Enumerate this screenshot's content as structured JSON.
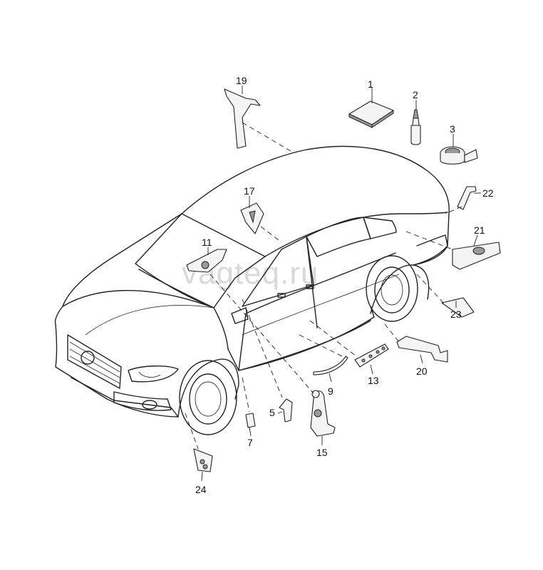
{
  "watermark": "vagteq.ru",
  "callouts": [
    {
      "id": "c1",
      "label": "1"
    },
    {
      "id": "c2",
      "label": "2"
    },
    {
      "id": "c3",
      "label": "3"
    },
    {
      "id": "c5",
      "label": "5"
    },
    {
      "id": "c7",
      "label": "7"
    },
    {
      "id": "c9",
      "label": "9"
    },
    {
      "id": "c11",
      "label": "11"
    },
    {
      "id": "c13",
      "label": "13"
    },
    {
      "id": "c15",
      "label": "15"
    },
    {
      "id": "c17",
      "label": "17"
    },
    {
      "id": "c19",
      "label": "19"
    },
    {
      "id": "c20",
      "label": "20"
    },
    {
      "id": "c21",
      "label": "21"
    },
    {
      "id": "c22",
      "label": "22"
    },
    {
      "id": "c23",
      "label": "23"
    },
    {
      "id": "c24",
      "label": "24"
    }
  ]
}
